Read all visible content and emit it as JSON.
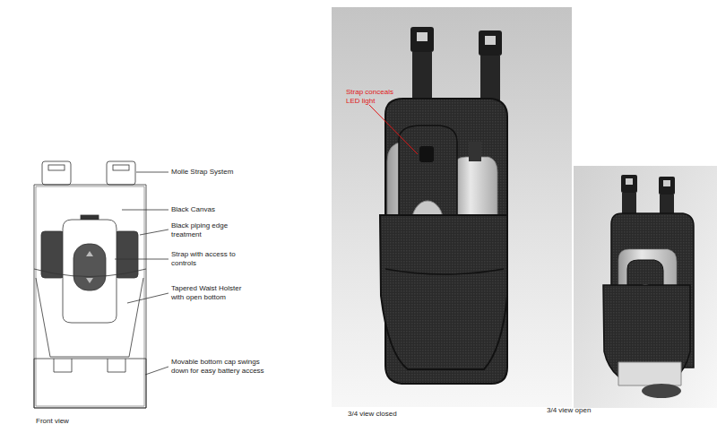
{
  "diagram": {
    "labels": [
      "Molle Strap System",
      "Black Canvas",
      "Black piping edge treatment",
      "Strap with access to controls",
      "Tapered Waist Holster with open bottom",
      "Movable bottom cap swings down for easy battery access",
      "Front view",
      "Strap conceals LED light",
      "3/4 view closed",
      "3/4 view open"
    ]
  }
}
